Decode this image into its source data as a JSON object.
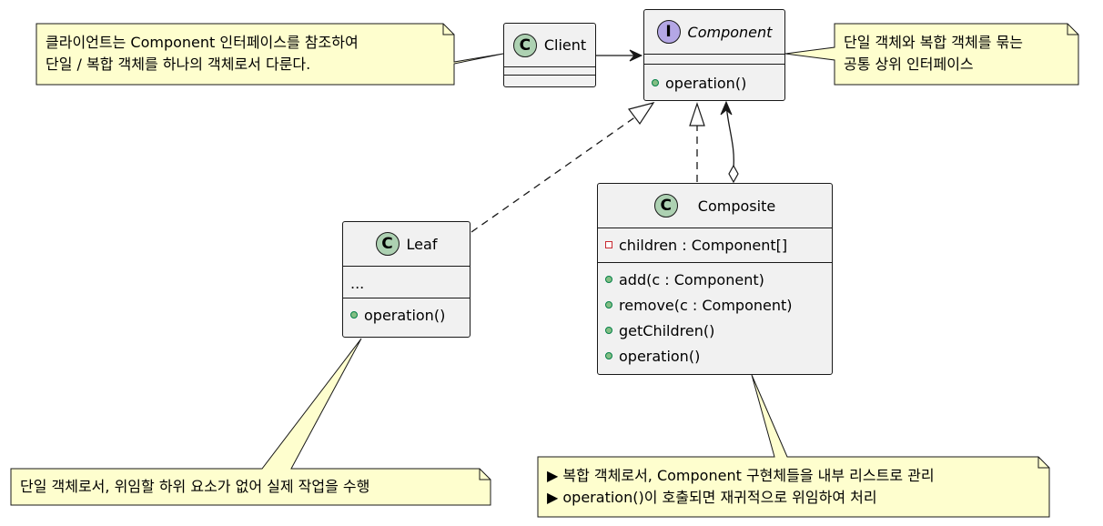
{
  "classes": {
    "client": {
      "stereotype": "C",
      "name": "Client"
    },
    "component": {
      "stereotype": "I",
      "name": "Component",
      "methods": [
        "operation()"
      ]
    },
    "leaf": {
      "stereotype": "C",
      "name": "Leaf",
      "fields": [
        "..."
      ],
      "methods": [
        "operation()"
      ]
    },
    "composite": {
      "stereotype": "C",
      "name": "Composite",
      "fields": [
        "children : Component[]"
      ],
      "methods": [
        "add(c : Component)",
        "remove(c : Component)",
        "getChildren()",
        "operation()"
      ]
    }
  },
  "notes": {
    "client": [
      "클라이언트는 Component 인터페이스를 참조하여",
      "단일 / 복합 객체를 하나의 객체로서 다룬다."
    ],
    "component": [
      "단일 객체와 복합 객체를 묶는",
      "공통 상위 인터페이스"
    ],
    "leaf": [
      "단일 객체로서, 위임할 하위 요소가 없어 실제 작업을 수행"
    ],
    "composite": [
      "▶ 복합 객체로서, Component 구현체들을 내부 리스트로 관리",
      "▶ operation()이 호출되면 재귀적으로 위임하여 처리"
    ]
  },
  "colors": {
    "class_fill": "#f1f1f1",
    "note_fill": "#fefece",
    "class_badge": "#add1b2",
    "interface_badge": "#b4a7e5",
    "public_marker": "#84be84",
    "private_marker": "#c82930"
  }
}
